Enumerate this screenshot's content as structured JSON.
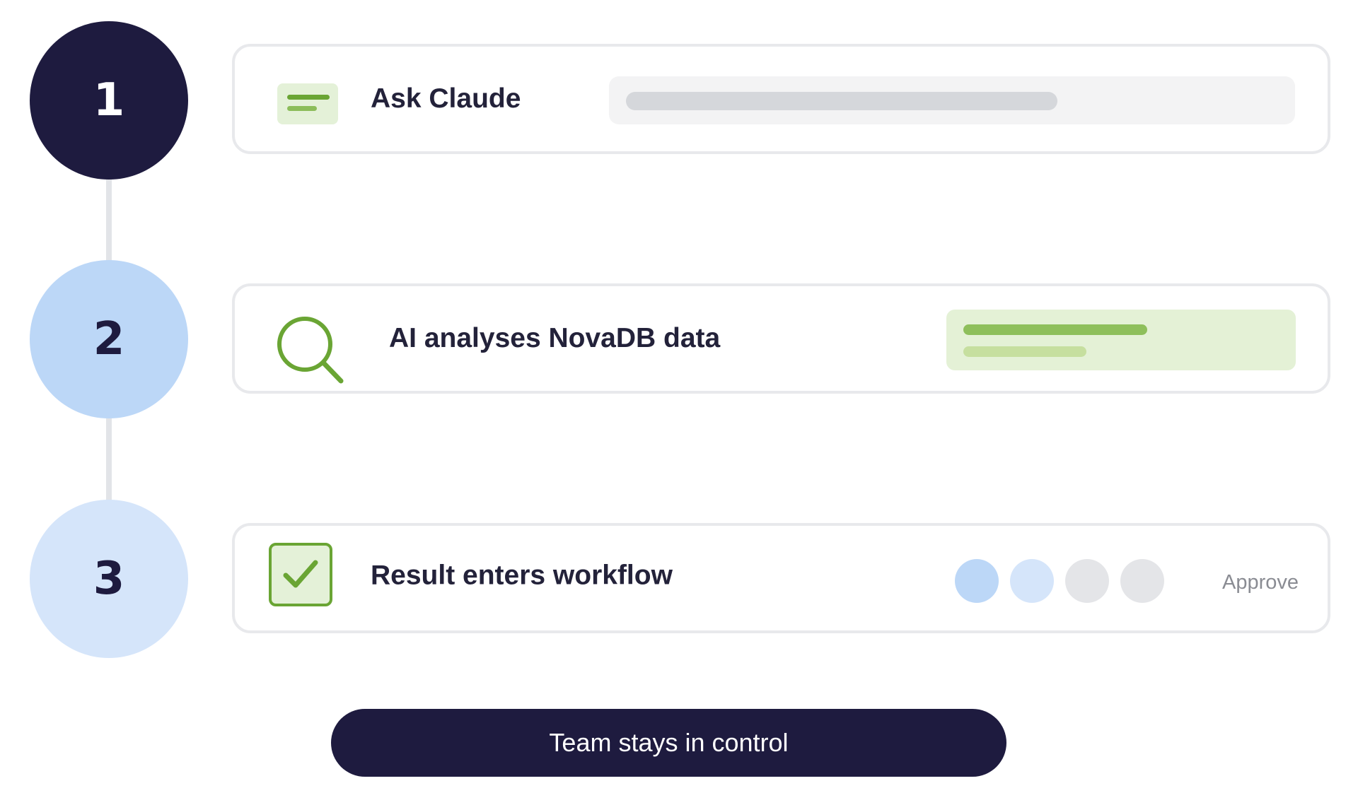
{
  "steps": [
    {
      "number": "1",
      "label": "Ask Claude"
    },
    {
      "number": "2",
      "label": "AI analyses NovaDB data"
    },
    {
      "number": "3",
      "label": "Result enters workflow"
    }
  ],
  "step3_action": "Approve",
  "footer": {
    "label": "Team stays in control"
  },
  "icons": {
    "step1": "message-lines-icon",
    "step2": "search-icon",
    "step3": "checkbox-check-icon"
  },
  "colors": {
    "navy": "#1e1b3f",
    "light_blue": "#bcd7f7",
    "lighter_blue": "#d5e5fa",
    "green": "#6aa534",
    "green_tint": "#e4f1d8"
  }
}
